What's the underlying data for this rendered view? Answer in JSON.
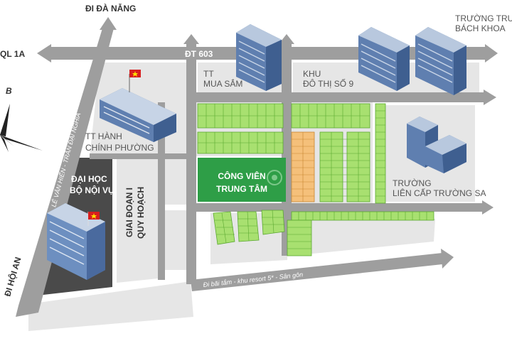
{
  "colors": {
    "road": "#9e9e9e",
    "block": "#e6e6e6",
    "park": "#2e9e47",
    "lot_green": "#a8e070",
    "lot_orange": "#f5c07a",
    "university_block": "#4a4a4a",
    "building_blue": "#6d8fc0"
  },
  "roads": {
    "da_nang": "ĐI ĐÀ NẴNG",
    "ql1a": "QL 1A",
    "dt603": "ĐT 603",
    "hoi_an": "ĐI HỘI AN",
    "le_van_hien": "LÊ VĂN HIẾN - TRẦN ĐẠI NGHĨA",
    "beach": "Đi bãi tắm - khu resort 5* - Sân gôn"
  },
  "compass": {
    "north": "B"
  },
  "places": {
    "bach_khoa_line1": "TRƯỜNG TRUNG",
    "bach_khoa_line2": "BÁCH KHOA",
    "mall_line1": "TT",
    "mall_line2": "MUA SẮM",
    "urban_line1": "KHU",
    "urban_line2": "ĐÔ THỊ SỐ 9",
    "admin_line1": "TT HÀNH",
    "admin_line2": "CHÍNH PHƯỜNG",
    "park_line1": "CÔNG VIÊN",
    "park_line2": "TRUNG TÂM",
    "school_line1": "TRƯỜNG",
    "school_line2": "LIÊN CẤP TRƯỜNG SA",
    "uni_line1": "ĐẠI HỌC",
    "uni_line2": "BỘ NỘI VỤ",
    "plan_line1": "QUY HOẠCH",
    "plan_line2": "GIAI ĐOẠN I"
  }
}
